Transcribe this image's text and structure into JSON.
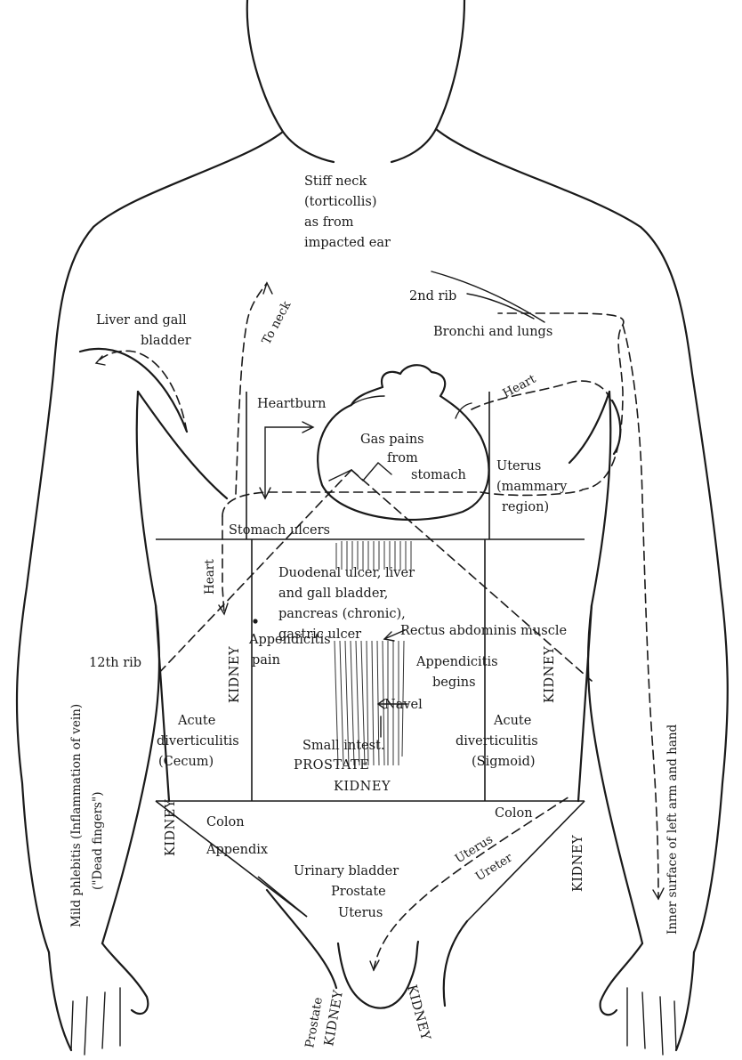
{
  "labels": {
    "stiff_neck": [
      "Stiff neck",
      "(torticollis)",
      "as from",
      "impacted ear"
    ],
    "second_rib": "2nd rib",
    "liver_gall": [
      "Liver and gall",
      "bladder"
    ],
    "to_neck": "To neck",
    "bronchi_lungs": "Bronchi and lungs",
    "heart_top": "Heart",
    "heartburn": "Heartburn",
    "gas_pains": [
      "Gas pains",
      "from",
      "stomach"
    ],
    "uterus_mammary": [
      "Uterus",
      "(mammary",
      "region)"
    ],
    "stomach_ulcers": "Stomach ulcers",
    "heart_left": "Heart",
    "duodenal": [
      "Duodenal ulcer, liver",
      "and gall bladder,",
      "pancreas (chronic),",
      "gastric ulcer"
    ],
    "twelfth_rib": "12th rib",
    "kidney_left": "KIDNEY",
    "appendicitis_pain": [
      "Appendicitis",
      "pain"
    ],
    "rectus": "Rectus abdominis muscle",
    "appendicitis_begins": [
      "Appendicitis",
      "begins"
    ],
    "kidney_right": "KIDNEY",
    "navel": "Navel",
    "acute_div_left": [
      "Acute",
      "diverticulitis",
      "(Cecum)"
    ],
    "acute_div_right": [
      "Acute",
      "diverticulitis",
      "(Sigmoid)"
    ],
    "small_intest": "Small intest.",
    "prostate_caps": "PROSTATE",
    "kidney_center": "KIDNEY",
    "kidney_lower_left": "KIDNEY",
    "colon_left": "Colon",
    "colon_right": "Colon",
    "appendix": "Appendix",
    "uterus_diag": "Uterus",
    "ureter": "Ureter",
    "urinary_bladder": "Urinary bladder",
    "prostate_lower": "Prostate",
    "uterus_lower": "Uterus",
    "kidney_lower_right": "KIDNEY",
    "mild_phlebitis": "Mild phlebitis (Inflammation of vein)",
    "dead_fingers": "(\"Dead fingers\")",
    "inner_surface": "Inner surface of left arm and hand",
    "prostate_bottom": "Prostate",
    "kidney_bottom_left": "KIDNEY",
    "kidney_bottom_right": "KIDNEY"
  }
}
